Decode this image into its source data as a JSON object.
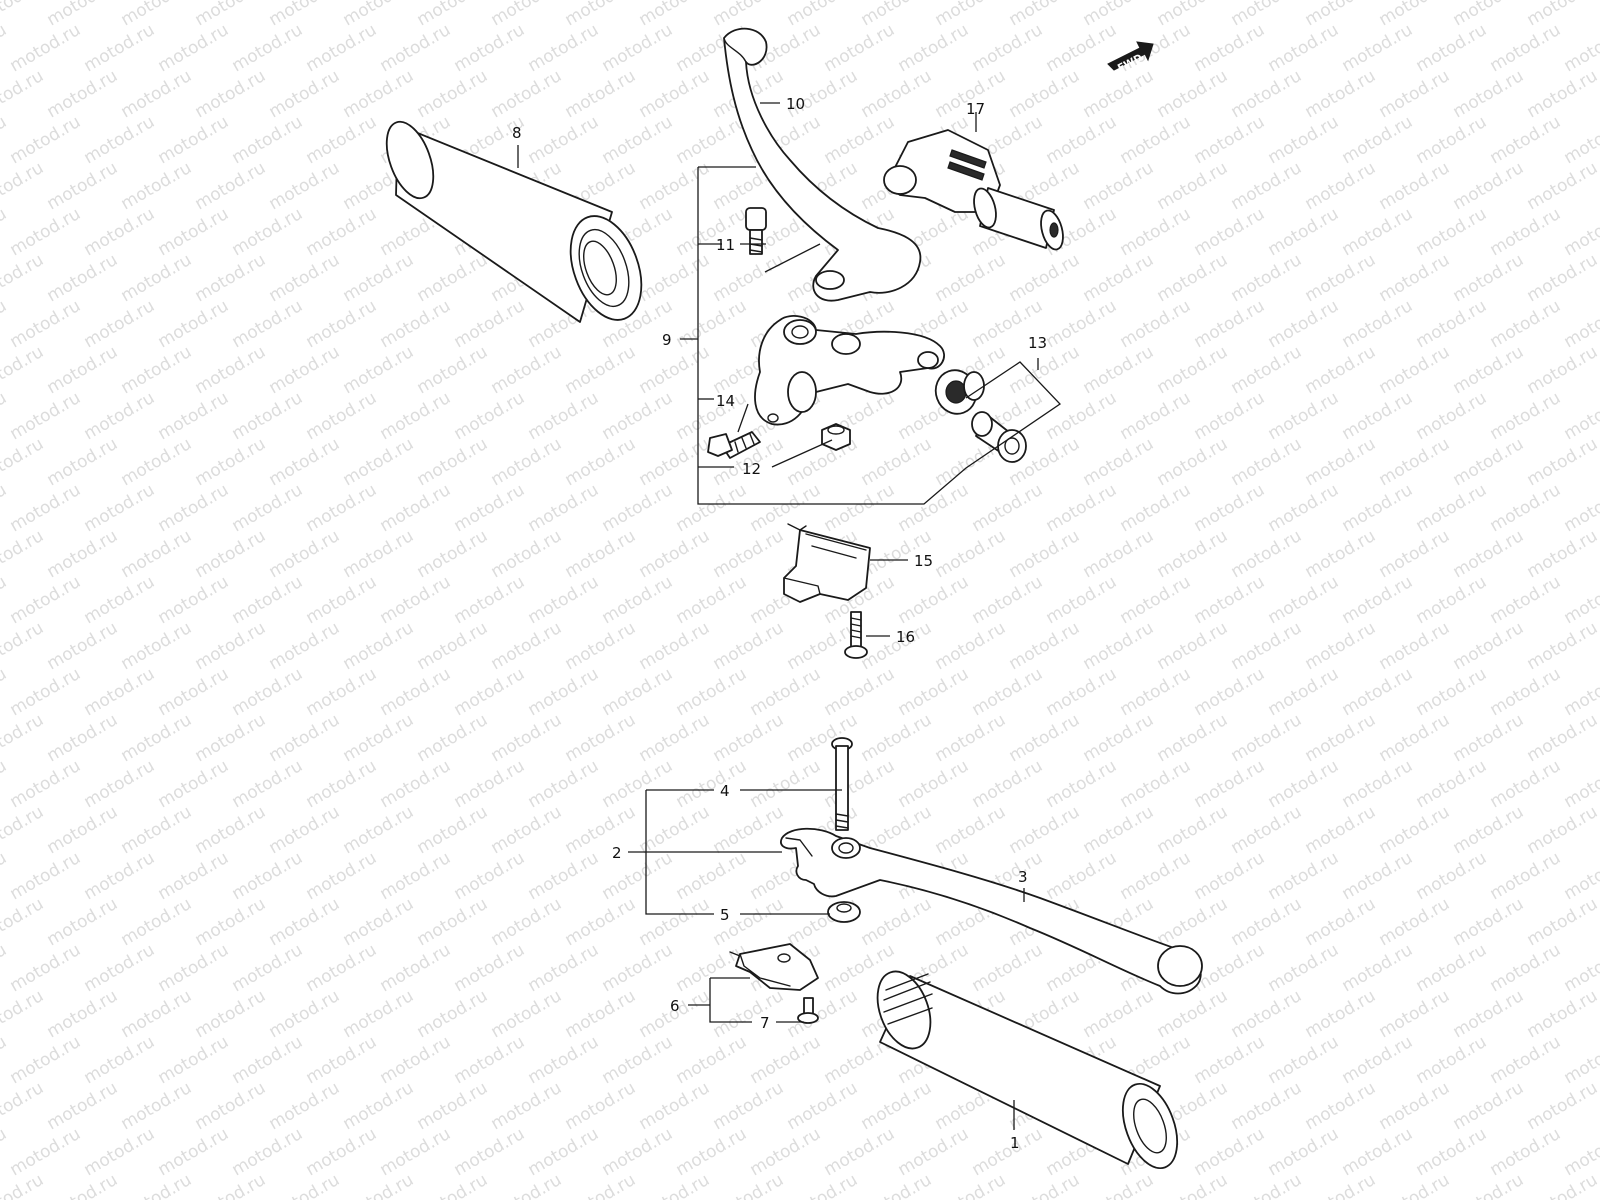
{
  "watermark": "motod.ru",
  "fwd_label": "FWD",
  "callouts": {
    "p1": "1",
    "p2": "2",
    "p3": "3",
    "p4": "4",
    "p5": "5",
    "p6": "6",
    "p7": "7",
    "p8": "8",
    "p9": "9",
    "p10": "10",
    "p11": "11",
    "p12": "12",
    "p13": "13",
    "p14": "14",
    "p15": "15",
    "p16": "16",
    "p17": "17"
  }
}
